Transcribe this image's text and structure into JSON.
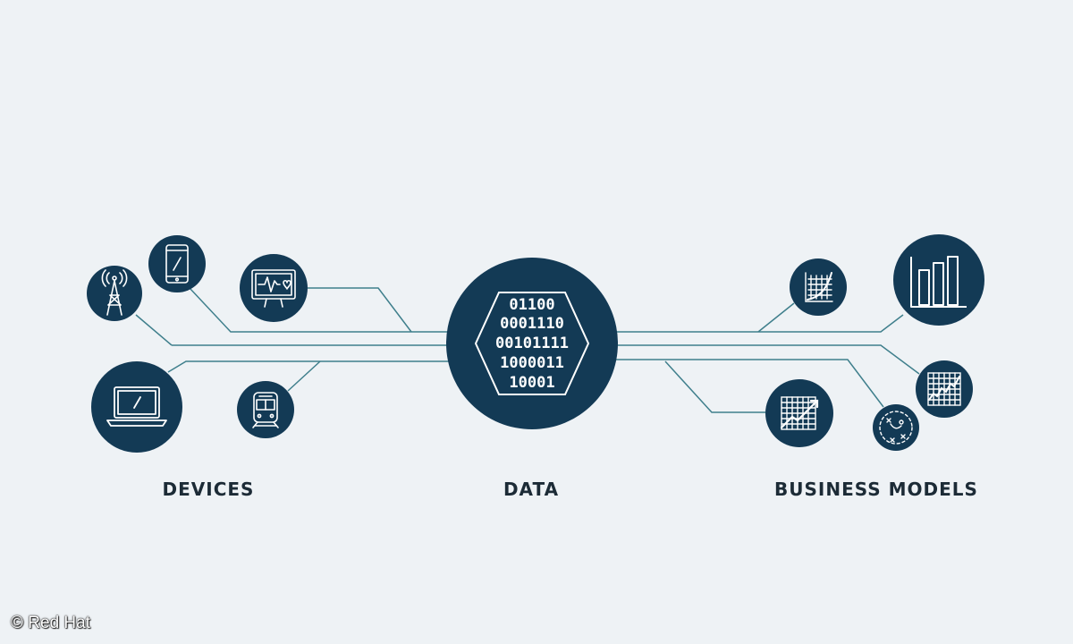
{
  "labels": {
    "devices": "DEVICES",
    "data": "DATA",
    "business_models": "BUSINESS MODELS"
  },
  "data_hub": {
    "binary_rows": [
      "01100",
      "0001110",
      "00101111",
      "1000011",
      "10001"
    ]
  },
  "credit": "© Red Hat",
  "icons": {
    "devices": [
      "cell-tower-icon",
      "smartphone-icon",
      "heart-monitor-icon",
      "laptop-icon",
      "train-icon"
    ],
    "business_models": [
      "growth-chart-icon",
      "bar-chart-icon",
      "stock-chart-icon",
      "trend-chart-icon",
      "strategy-play-icon"
    ]
  },
  "colors": {
    "background": "#eef2f5",
    "node": "#133a55",
    "line": "#3f7f8c",
    "icon_stroke": "#ffffff",
    "label_text": "#1c2b36"
  }
}
